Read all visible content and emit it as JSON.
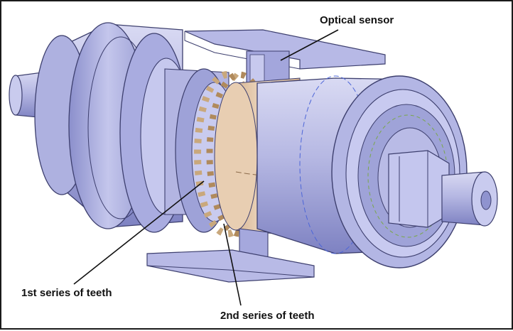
{
  "labels": {
    "optical_sensor": "Optical sensor",
    "first_series": "1st series of teeth",
    "second_series": "2nd series of teeth"
  },
  "colors": {
    "body": "#b9bbe4",
    "body_light": "#d8d9f2",
    "body_dark": "#7f83c4",
    "edge": "#3d3f6e",
    "sleeve": "#e3c7a9",
    "tooth": "#c9a87c",
    "construction_blue": "#4d66d8",
    "construction_green": "#7aa84a",
    "leader": "#111111"
  },
  "icons": [
    "leader-line",
    "optical-sensor-bracket",
    "gear-teeth"
  ]
}
